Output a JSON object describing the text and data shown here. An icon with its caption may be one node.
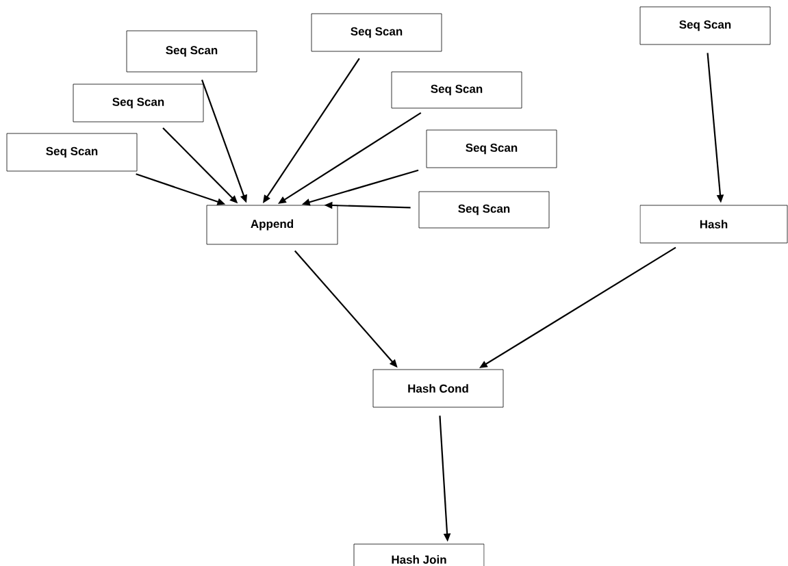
{
  "diagram": {
    "nodes": [
      {
        "text": [
          "Seq Scan"
        ]
      },
      {
        "text": [
          "Seq Scan"
        ]
      },
      {
        "text": [
          "Seq Scan"
        ]
      },
      {
        "text": [
          "Seq Scan"
        ]
      },
      {
        "text": [
          "Seq Scan"
        ]
      },
      {
        "text": [
          "Seq Scan"
        ]
      },
      {
        "text": [
          "Seq Scan"
        ]
      },
      {
        "text": [
          "Seq Scan"
        ]
      },
      {
        "text": [
          "Append"
        ]
      },
      {
        "text": [
          "Hash"
        ]
      },
      {
        "text": [
          "Hash Cond"
        ]
      },
      {
        "text": [
          "Hash Join"
        ]
      }
    ],
    "edges": [
      {
        "from": 0,
        "to": 8,
        "arrow": "to"
      },
      {
        "from": 1,
        "to": 8,
        "arrow": "to"
      },
      {
        "from": 2,
        "to": 8,
        "arrow": "to"
      },
      {
        "from": 3,
        "to": 8,
        "arrow": "to"
      },
      {
        "from": 4,
        "to": 8,
        "arrow": "to"
      },
      {
        "from": 5,
        "to": 8,
        "arrow": "to"
      },
      {
        "from": 6,
        "to": 8,
        "arrow": "to"
      },
      {
        "from": 7,
        "to": 9,
        "arrow": "to"
      },
      {
        "from": 8,
        "to": 10,
        "arrow": "to"
      },
      {
        "from": 9,
        "to": 10,
        "arrow": "to"
      },
      {
        "from": 10,
        "to": 11,
        "arrow": "to"
      }
    ]
  }
}
